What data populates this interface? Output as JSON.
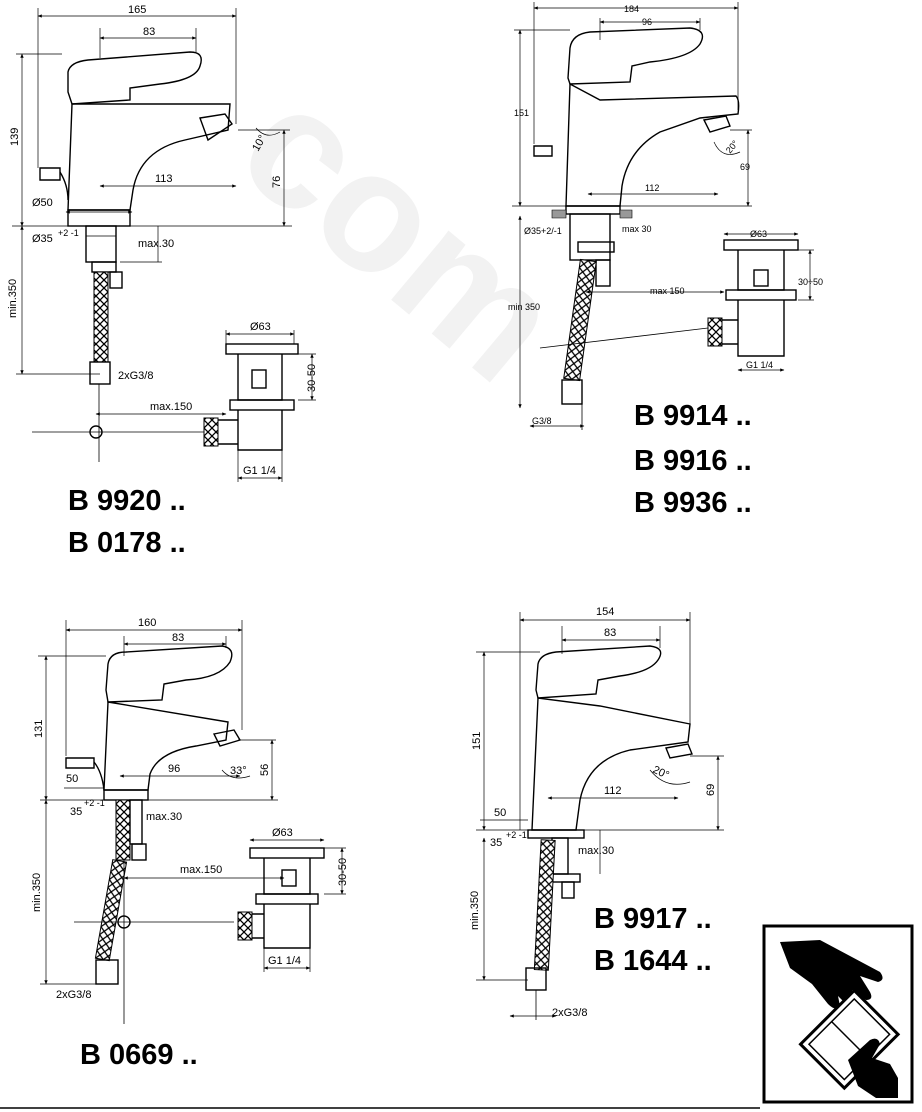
{
  "drawings": [
    {
      "models": [
        "B 9920 ..",
        "B 0178 .."
      ],
      "dims": {
        "width": "165",
        "handle": "83",
        "height": "139",
        "angle": "10°",
        "spout": "113",
        "spout_h": "76",
        "base": "Ø50",
        "hole": "Ø35",
        "hole_tol": "+2 -1",
        "thick": "max.30",
        "hose": "min.350",
        "conn": "2xG3/8",
        "rod": "max.150",
        "waste_d": "Ø63",
        "waste_h": "30-50",
        "thread": "G1 1/4"
      }
    },
    {
      "models": [
        "B 9914 ..",
        "B 9916 ..",
        "B 9936 .."
      ],
      "dims": {
        "width": "184",
        "handle": "96",
        "height": "151",
        "angle": "20°",
        "spout": "112",
        "spout_h": "69",
        "hole": "Ø35+2/-1",
        "thick": "max 30",
        "hose": "min 350",
        "conn": "G3/8",
        "rod": "max 150",
        "waste_d": "Ø63",
        "waste_h": "30÷50",
        "thread": "G1 1/4"
      }
    },
    {
      "models": [
        "B 0669 .."
      ],
      "dims": {
        "width": "160",
        "handle": "83",
        "height": "131",
        "angle": "33°",
        "spout": "96",
        "spout_h": "56",
        "base": "50",
        "hole": "35",
        "hole_tol": "+2 -1",
        "thick": "max.30",
        "hose": "min.350",
        "conn": "2xG3/8",
        "rod": "max.150",
        "waste_d": "Ø63",
        "waste_h": "30-50",
        "thread": "G1 1/4"
      }
    },
    {
      "models": [
        "B 9917 ..",
        "B 1644 .."
      ],
      "dims": {
        "width": "154",
        "handle": "83",
        "height": "151",
        "angle": "20°",
        "spout": "112",
        "spout_h": "69",
        "base": "50",
        "hole": "35",
        "hole_tol": "+2 -1",
        "thick": "max.30",
        "hose": "min.350",
        "conn": "2xG3/8"
      }
    }
  ],
  "watermark": "com",
  "icon": "read-instructions-icon"
}
